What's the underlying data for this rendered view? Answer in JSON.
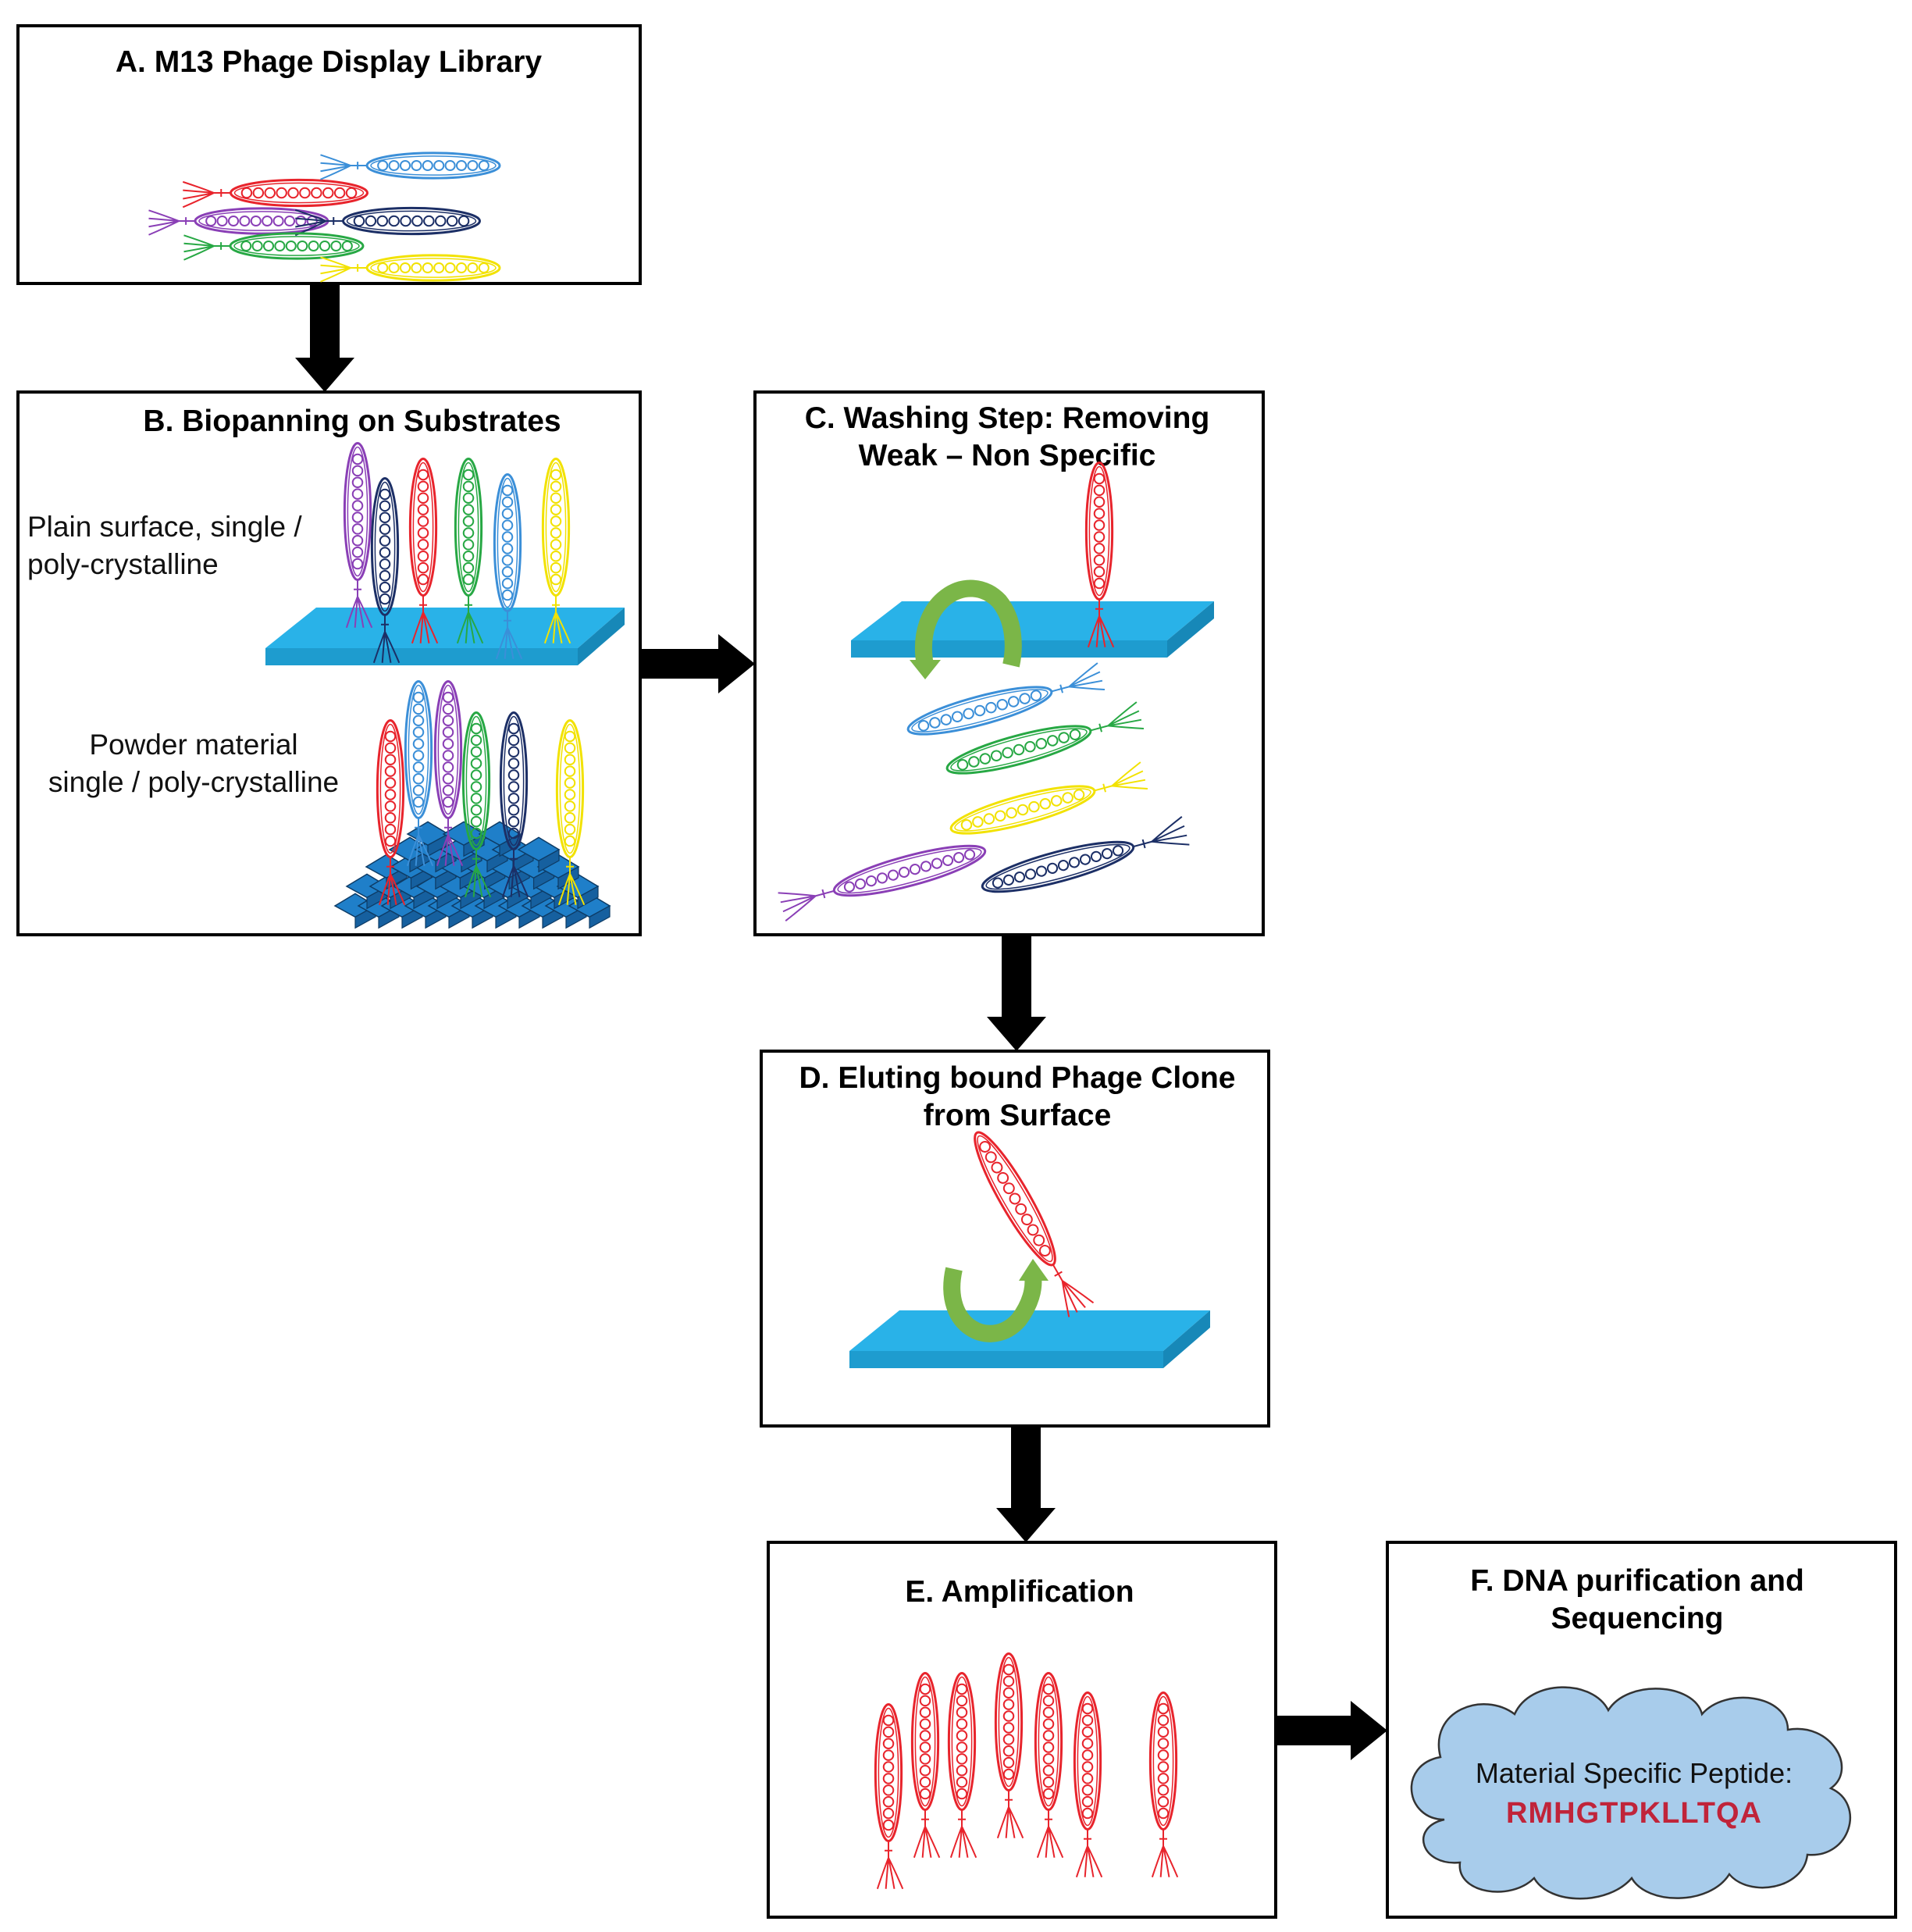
{
  "colors": {
    "red": "#e8242c",
    "blue": "#3b8fd8",
    "purple": "#8a3fb6",
    "navy": "#1c2f66",
    "green": "#27a844",
    "yellow": "#f2e200",
    "substrate": "#29b2e8",
    "crystal": "#1f7fc9",
    "arrow_green": "#7bb648",
    "cloud_fill": "#a8cceb",
    "peptide_color": "#c0243a"
  },
  "panels": {
    "a": {
      "title": "A. M13 Phage Display Library"
    },
    "b": {
      "title": "B. Biopanning on Substrates",
      "plain_caption_line1": "Plain surface, single /",
      "plain_caption_line2": "poly-crystalline",
      "powder_caption_line1": "Powder material",
      "powder_caption_line2": "single / poly-crystalline"
    },
    "c": {
      "title_line1": "C. Washing Step: Removing",
      "title_line2": "Weak – Non Specific"
    },
    "d": {
      "title_line1": "D. Eluting bound Phage Clone",
      "title_line2": "from Surface"
    },
    "e": {
      "title": "E. Amplification"
    },
    "f": {
      "title_line1": "F. DNA purification and",
      "title_line2": "Sequencing",
      "cloud_label": "Material Specific Peptide:",
      "peptide": "RMHGTPKLLTQA"
    }
  }
}
